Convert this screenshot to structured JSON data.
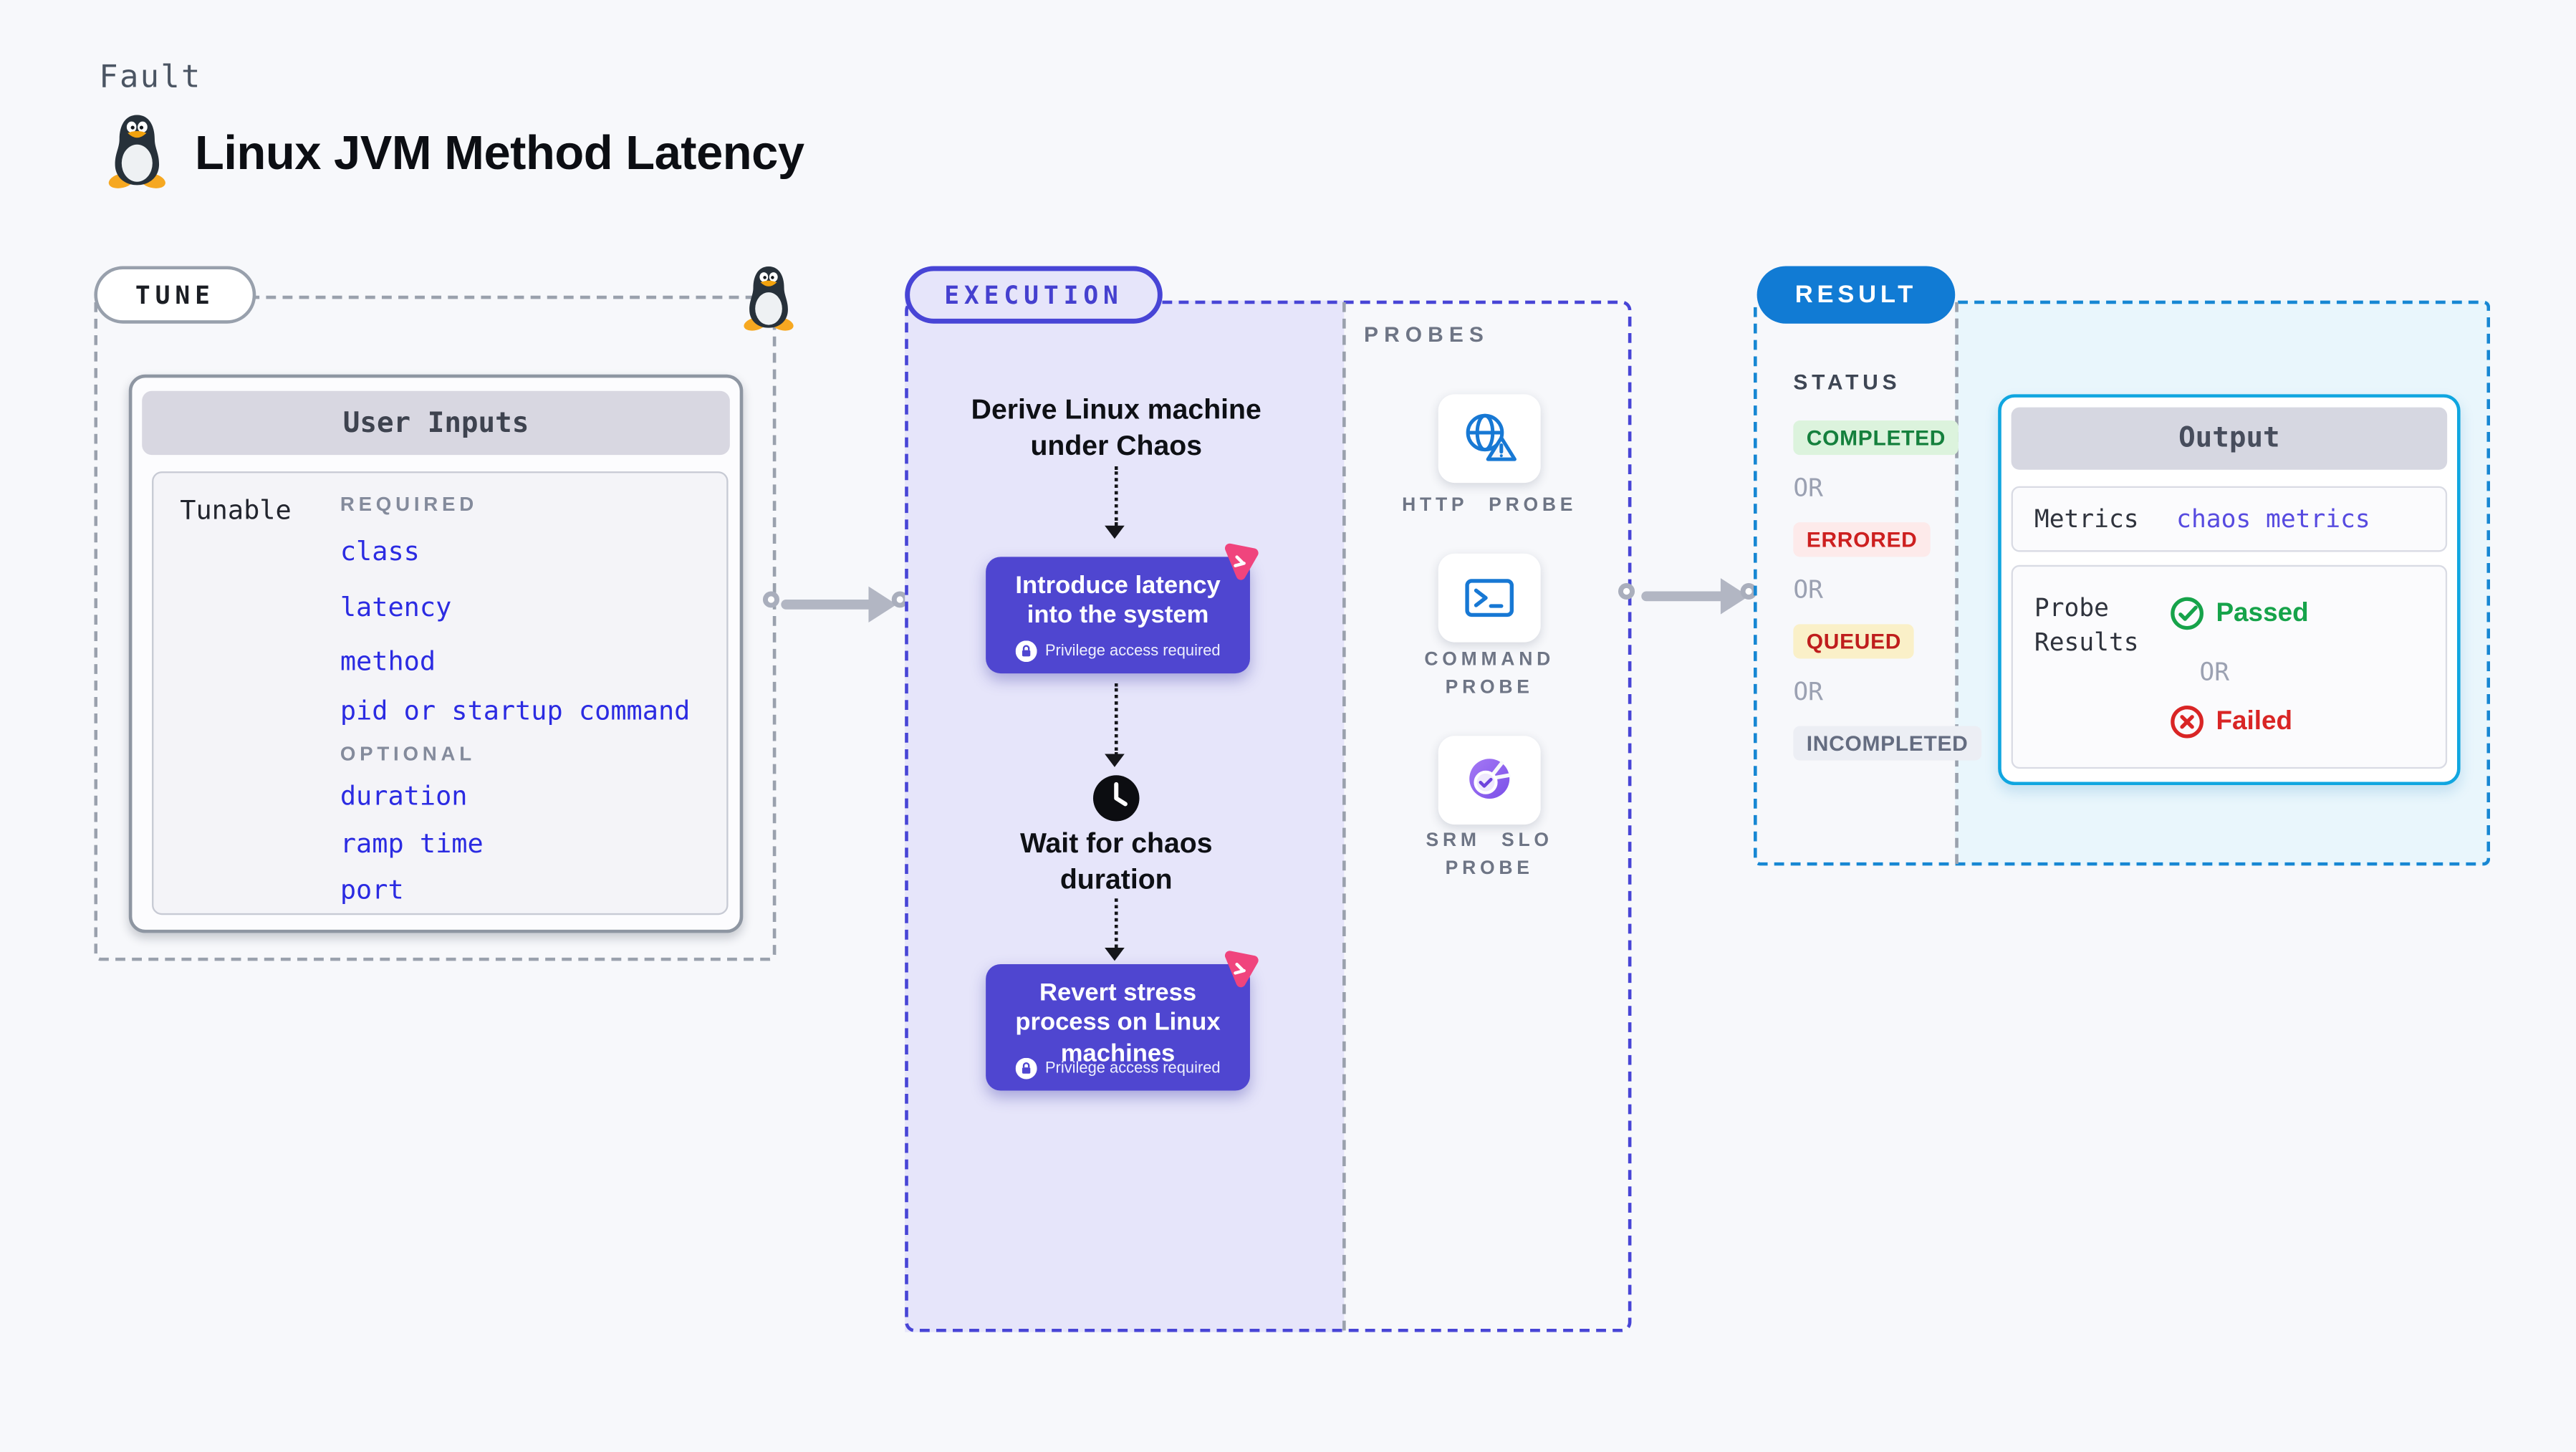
{
  "header": {
    "kicker": "Fault",
    "title": "Linux JVM Method Latency",
    "title_icon": "tux-penguin-icon"
  },
  "colors": {
    "page_bg": "#f7f8fb",
    "tune_border_gray": "#9aa1ad",
    "execution_indigo": "#4845d6",
    "execution_bg": "#e6e5fa",
    "step_node_purple": "#4f46d0",
    "chaos_logo_pink": "#f0447d",
    "probe_icon_blue": "#1778d4",
    "result_blue": "#117bd4",
    "result_dashed_blue": "#1787d3",
    "result_bg": "#e9f6fc",
    "output_border_cyan": "#10a6e0",
    "item_blue": "#2b2be2",
    "link_indigo": "#574be0",
    "passed_green": "#16a34a",
    "failed_red": "#d92525"
  },
  "tune": {
    "label": "TUNE",
    "corner_icon": "tux-penguin-icon",
    "card": {
      "title": "User Inputs",
      "row_label": "Tunable",
      "required_label": "REQUIRED",
      "required_items": [
        "class",
        "latency",
        "method",
        "pid or startup command"
      ],
      "optional_label": "OPTIONAL",
      "optional_items": [
        "duration",
        "ramp time",
        "port"
      ]
    }
  },
  "execution": {
    "label": "EXECUTION",
    "start_step": "Derive Linux machine under Chaos",
    "wait_step": "Wait for chaos duration",
    "wait_icon": "clock-icon",
    "steps": [
      {
        "title": "Introduce latency into the system",
        "badge": "Privilege access required",
        "badge_icon": "lock-icon",
        "corner_icon": "chaos-experiment-icon"
      },
      {
        "title": "Revert stress process on Linux machines",
        "badge": "Privilege access required",
        "badge_icon": "lock-icon",
        "corner_icon": "chaos-experiment-icon"
      }
    ],
    "probes": {
      "label": "PROBES",
      "items": [
        {
          "name": "HTTP PROBE",
          "icon": "globe-alert-icon"
        },
        {
          "name": "COMMAND PROBE",
          "icon": "terminal-icon"
        },
        {
          "name": "SRM SLO PROBE",
          "icon": "slo-pie-icon"
        }
      ]
    }
  },
  "result": {
    "label": "RESULT",
    "status": {
      "label": "STATUS",
      "or_label": "OR",
      "badges": [
        {
          "text": "COMPLETED",
          "fg": "#15803d",
          "bg": "#dcf3dd"
        },
        {
          "text": "ERRORED",
          "fg": "#cd1f1f",
          "bg": "#fdeaea"
        },
        {
          "text": "QUEUED",
          "fg": "#bf1d1d",
          "bg": "#faf0c8"
        },
        {
          "text": "INCOMPLETED",
          "fg": "#646c80",
          "bg": "#eceef4"
        }
      ]
    },
    "output": {
      "title": "Output",
      "metrics_label": "Metrics",
      "metrics_value": "chaos metrics",
      "probe_results_label": "Probe Results",
      "passed": "Passed",
      "passed_icon": "check-circle-icon",
      "or_label": "OR",
      "failed": "Failed",
      "failed_icon": "x-circle-icon"
    }
  }
}
